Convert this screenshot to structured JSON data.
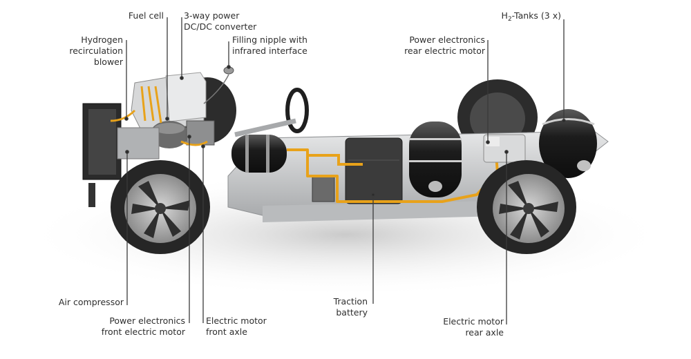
{
  "figure": {
    "title": "Fuel cell vehicle chassis component diagram",
    "colors": {
      "background": "#ffffff",
      "label_text": "#2e2e2e",
      "leader_line": "#3a3a3a",
      "hv_cable": "#e8a21a",
      "tire": "#2a2a2a",
      "aluminium": "#c9cbcd",
      "tank": "#1e1e1e",
      "battery": "#3c3c3c"
    }
  },
  "labels": {
    "fuel_cell": [
      "Fuel cell"
    ],
    "dcdc_converter": [
      "3-way power",
      "DC/DC converter"
    ],
    "hydrogen_blower": [
      "Hydrogen",
      "recirculation",
      "blower"
    ],
    "filling_nipple": [
      "Filling nipple with",
      "infrared interface"
    ],
    "h2_tanks": {
      "prefix": "H",
      "subscript": "2",
      "suffix": "-Tanks (3 x)"
    },
    "power_electronics_rear": [
      "Power electronics",
      "rear electric motor"
    ],
    "air_compressor": [
      "Air compressor"
    ],
    "power_electronics_front": [
      "Power electronics",
      "front electric motor"
    ],
    "electric_motor_front": [
      "Electric motor",
      "front axle"
    ],
    "traction_battery": [
      "Traction",
      "battery"
    ],
    "electric_motor_rear": [
      "Electric motor",
      "rear axle"
    ]
  }
}
